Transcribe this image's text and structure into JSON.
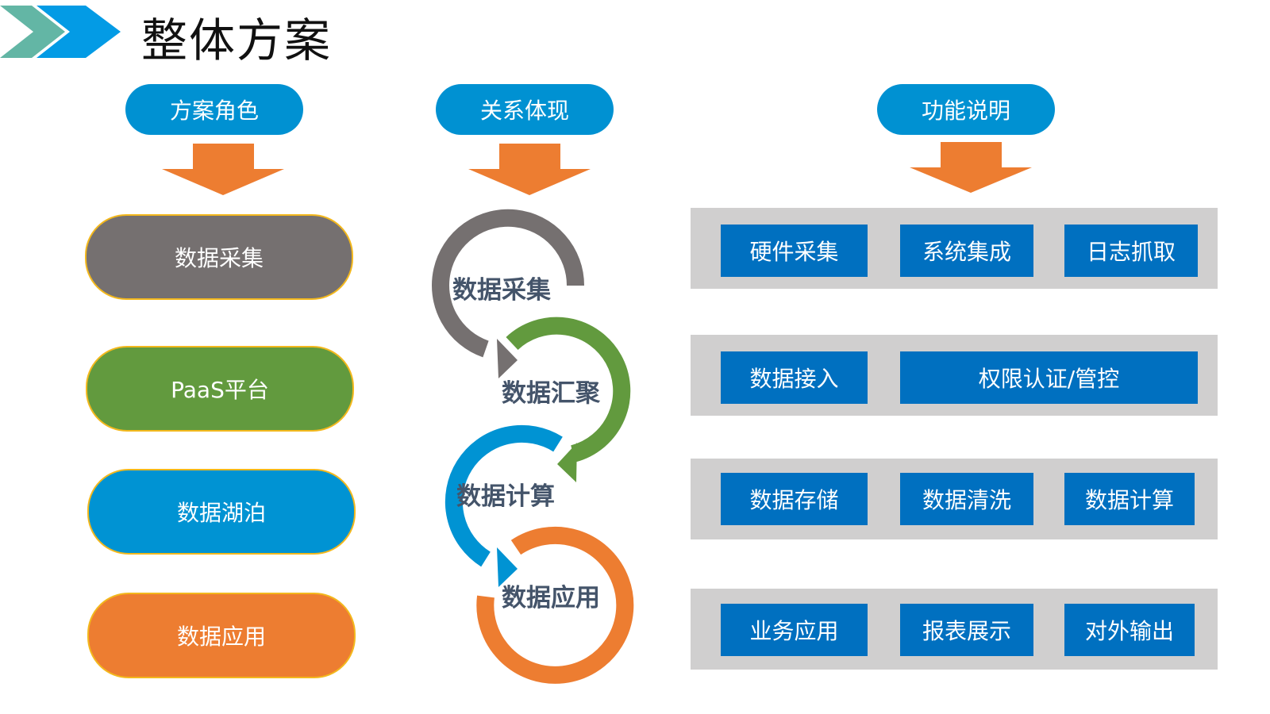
{
  "header": {
    "title": "整体方案",
    "icon": "double-chevron-icon",
    "colors": {
      "teal": "#63b6a5",
      "blue": "#039be5"
    }
  },
  "columns": [
    {
      "label": "方案角色"
    },
    {
      "label": "关系体现"
    },
    {
      "label": "功能说明"
    }
  ],
  "roles": [
    {
      "label": "数据采集",
      "color": "#757070"
    },
    {
      "label": "PaaS平台",
      "color": "#629a3e"
    },
    {
      "label": "数据湖泊",
      "color": "#0093d3"
    },
    {
      "label": "数据应用",
      "color": "#ed7d31"
    }
  ],
  "cycle": [
    {
      "label": "数据采集",
      "color": "#757070"
    },
    {
      "label": "数据汇聚",
      "color": "#629a3e"
    },
    {
      "label": "数据计算",
      "color": "#0093d3"
    },
    {
      "label": "数据应用",
      "color": "#ed7d31"
    }
  ],
  "functions": [
    [
      "硬件采集",
      "系统集成",
      "日志抓取"
    ],
    [
      "数据接入",
      "权限认证/管控"
    ],
    [
      "数据存储",
      "数据清洗",
      "数据计算"
    ],
    [
      "业务应用",
      "报表展示",
      "对外输出"
    ]
  ],
  "colors": {
    "arrow": "#ed7d31",
    "pill": "#0091d2",
    "function_box": "#0070c0",
    "band": "#d0cfcf"
  }
}
